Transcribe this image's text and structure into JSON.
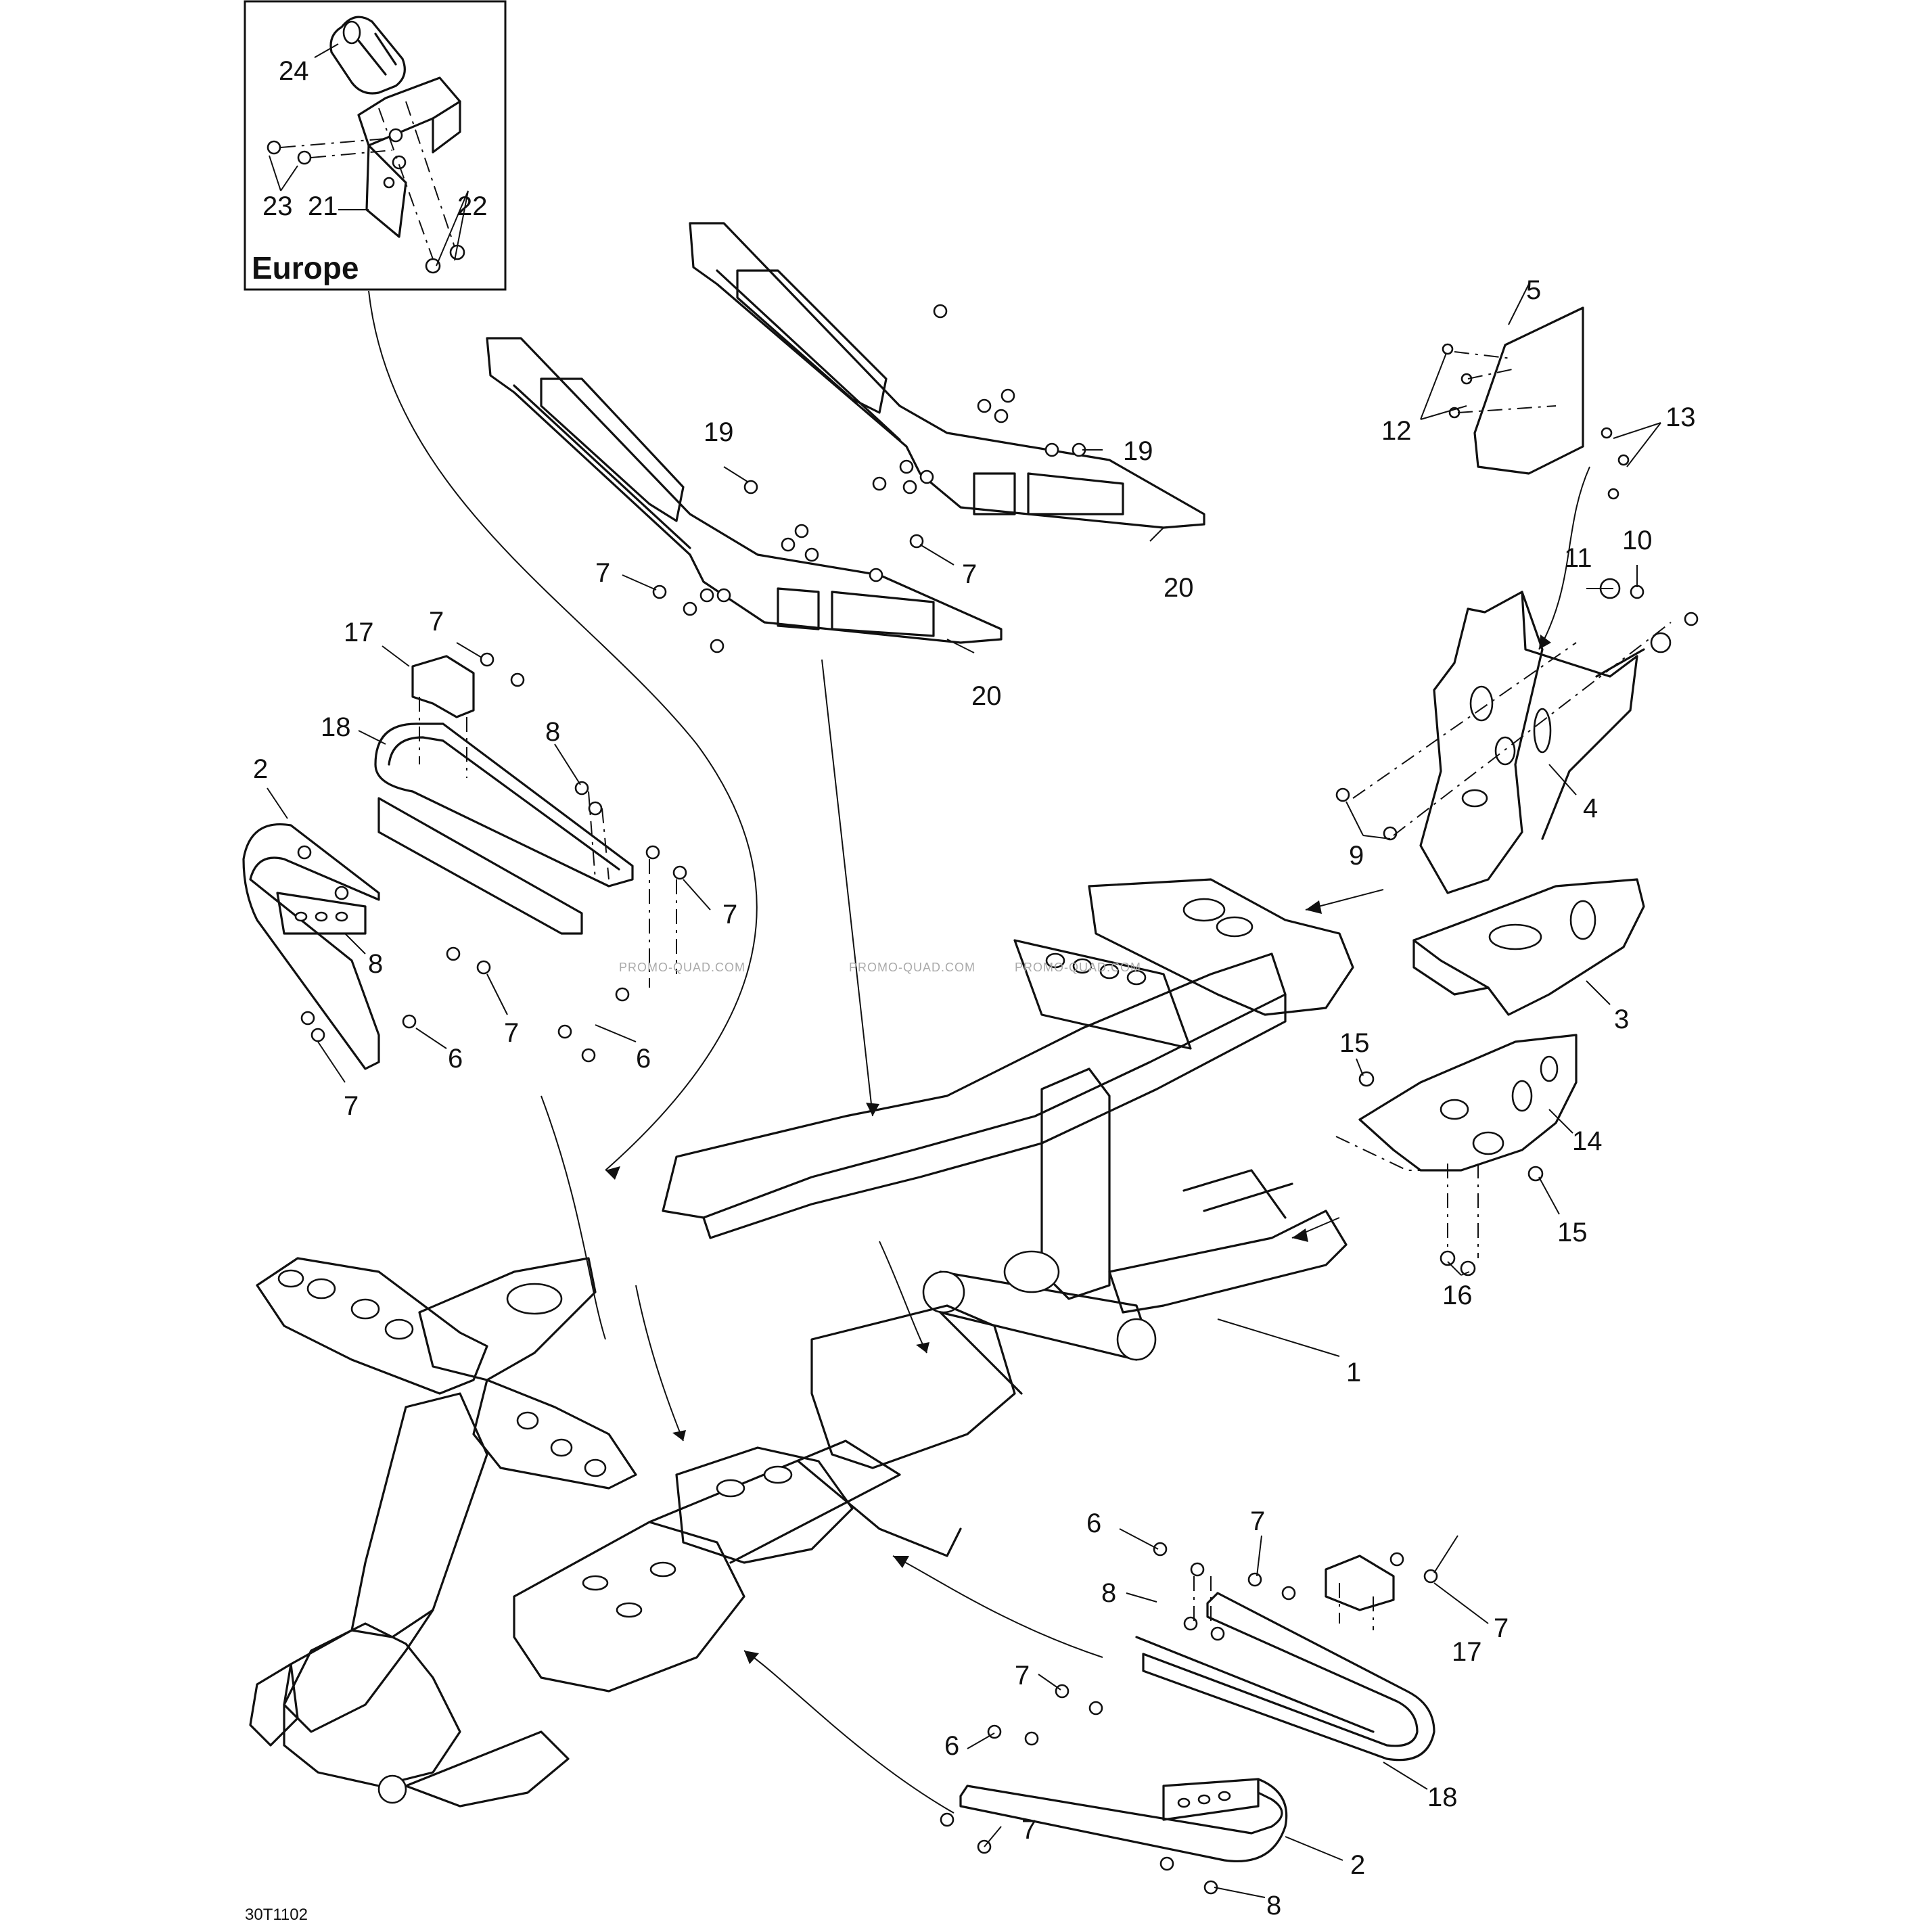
{
  "inset": {
    "title": "Europe"
  },
  "drawing_code": "30T1102",
  "watermark": [
    "PROMO-QUAD.COM",
    "PROMO-QUAD.COM",
    "PROMO-QUAD.COM"
  ],
  "callouts": [
    {
      "key": "c24",
      "label": "24"
    },
    {
      "key": "c23",
      "label": "23"
    },
    {
      "key": "c21",
      "label": "21"
    },
    {
      "key": "c22",
      "label": "22"
    },
    {
      "key": "c5",
      "label": "5"
    },
    {
      "key": "c12",
      "label": "12"
    },
    {
      "key": "c13",
      "label": "13"
    },
    {
      "key": "c19a",
      "label": "19"
    },
    {
      "key": "c19b",
      "label": "19"
    },
    {
      "key": "c7a",
      "label": "7"
    },
    {
      "key": "c7b",
      "label": "7"
    },
    {
      "key": "c20a",
      "label": "20"
    },
    {
      "key": "c20b",
      "label": "20"
    },
    {
      "key": "c11",
      "label": "11"
    },
    {
      "key": "c10",
      "label": "10"
    },
    {
      "key": "c17a",
      "label": "17"
    },
    {
      "key": "c7c",
      "label": "7"
    },
    {
      "key": "c18a",
      "label": "18"
    },
    {
      "key": "c2a",
      "label": "2"
    },
    {
      "key": "c8a",
      "label": "8"
    },
    {
      "key": "c7d",
      "label": "7"
    },
    {
      "key": "c8b",
      "label": "8"
    },
    {
      "key": "c7e",
      "label": "7"
    },
    {
      "key": "c6a",
      "label": "6"
    },
    {
      "key": "c6b",
      "label": "6"
    },
    {
      "key": "c7f",
      "label": "7"
    },
    {
      "key": "c9",
      "label": "9"
    },
    {
      "key": "c4",
      "label": "4"
    },
    {
      "key": "c3",
      "label": "3"
    },
    {
      "key": "c15a",
      "label": "15"
    },
    {
      "key": "c14",
      "label": "14"
    },
    {
      "key": "c15b",
      "label": "15"
    },
    {
      "key": "c16",
      "label": "16"
    },
    {
      "key": "c1",
      "label": "1"
    },
    {
      "key": "c6c",
      "label": "6"
    },
    {
      "key": "c7g",
      "label": "7"
    },
    {
      "key": "c8c",
      "label": "8"
    },
    {
      "key": "c7h",
      "label": "7"
    },
    {
      "key": "c17b",
      "label": "17"
    },
    {
      "key": "c7i",
      "label": "7"
    },
    {
      "key": "c6d",
      "label": "6"
    },
    {
      "key": "c7j",
      "label": "7"
    },
    {
      "key": "c18b",
      "label": "18"
    },
    {
      "key": "c2b",
      "label": "2"
    },
    {
      "key": "c8d",
      "label": "8"
    }
  ]
}
